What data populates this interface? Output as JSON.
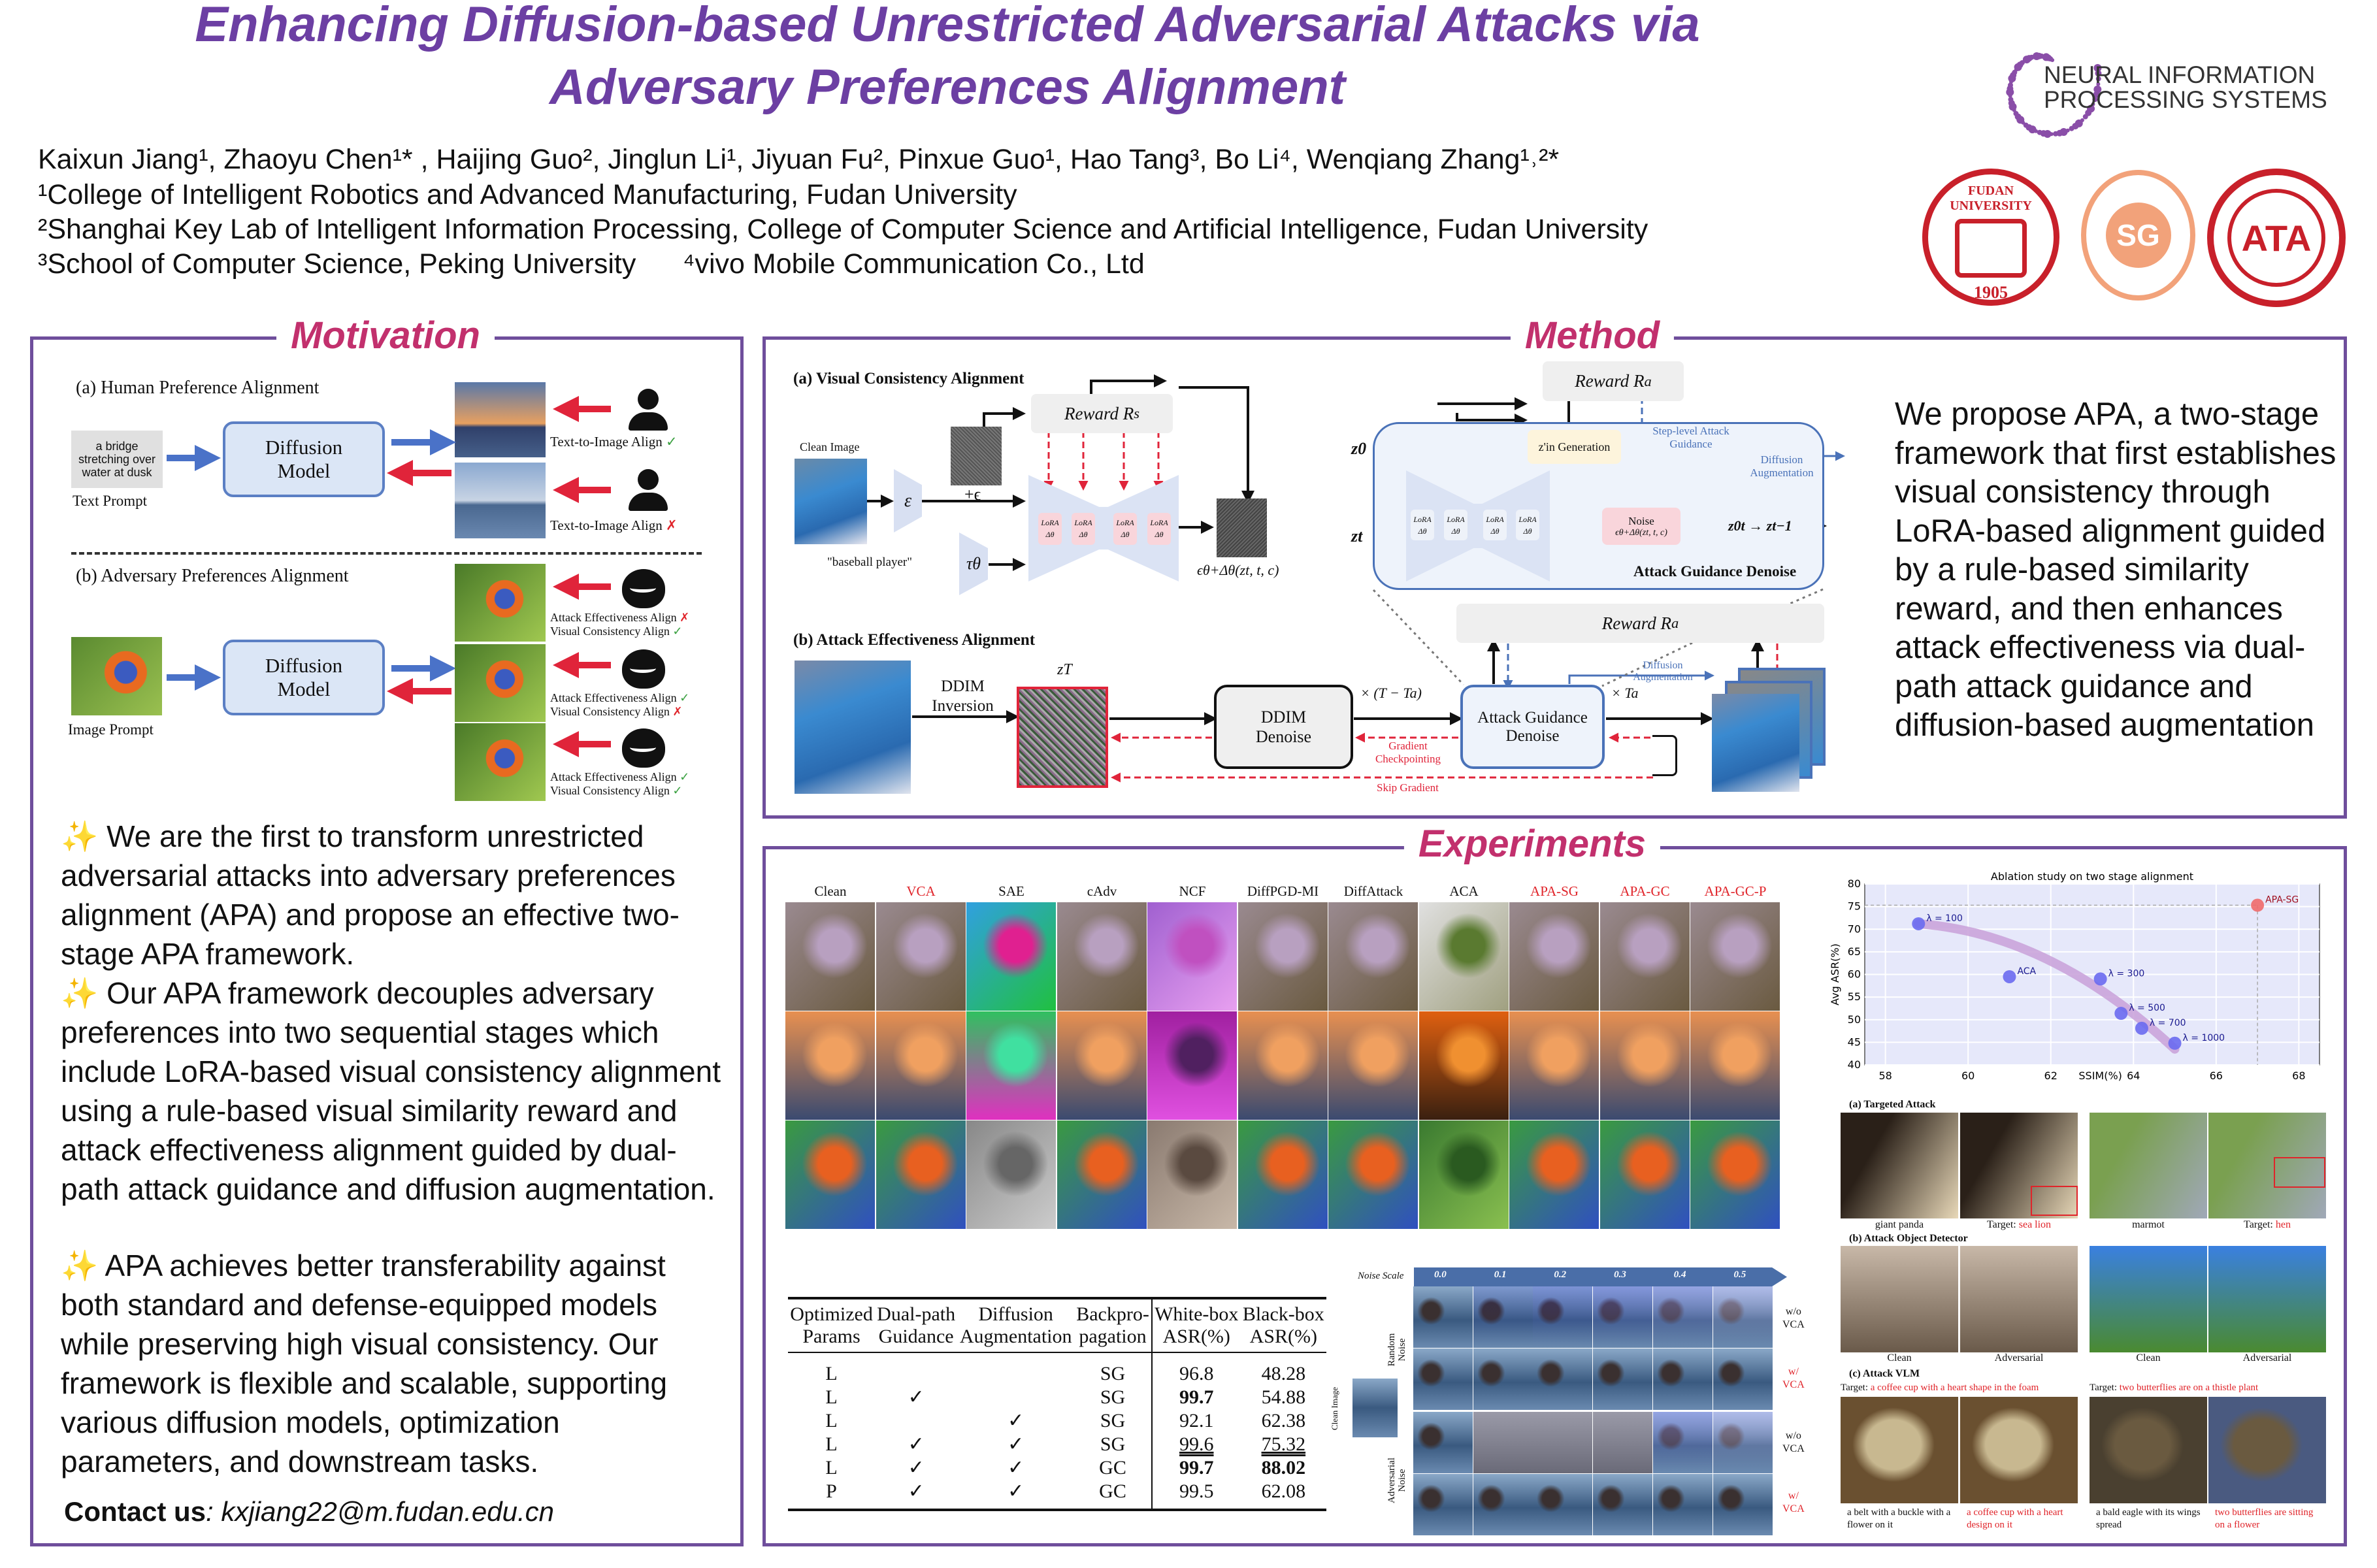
{
  "header": {
    "title_line1": "Enhancing Diffusion-based Unrestricted Adversarial Attacks via",
    "title_line2": "Adversary Preferences Alignment",
    "authors": "Kaixun Jiang¹, Zhaoyu Chen¹* , Haijing Guo², Jinglun Li¹, Jiyuan Fu², Pinxue Guo¹, Hao Tang³, Bo Li⁴, Wenqiang Zhang¹˒²*",
    "affiliations": [
      "¹College of Intelligent Robotics and Advanced Manufacturing, Fudan University",
      "²Shanghai Key Lab of Intelligent Information Processing, College of Computer Science and Artificial Intelligence, Fudan University",
      "³School of Computer Science, Peking University",
      "⁴vivo Mobile Communication Co., Ltd"
    ],
    "logos": {
      "neurips_line1": "NEURAL INFORMATION",
      "neurips_line2": "PROCESSING SYSTEMS",
      "fudan_text": "FUDAN UNIVERSITY",
      "fudan_year": "1905",
      "sg_text": "SG",
      "ata_text": "ATA"
    }
  },
  "colors": {
    "title": "#6c3fa3",
    "section": "#c2306d",
    "border": "#6f4e9c",
    "blue": "#4a72b8",
    "red": "#e0242a"
  },
  "motivation": {
    "title": "Motivation",
    "a_label": "(a) Human Preference Alignment",
    "text_prompt": "a bridge stretching over water at dusk",
    "text_prompt_label": "Text Prompt",
    "diffusion_model": "Diffusion Model",
    "t2i_align": "Text-to-Image Align",
    "check": "✓",
    "cross": "✗",
    "b_label": "(b) Adversary Preferences Alignment",
    "image_prompt_label": "Image Prompt",
    "attack_align": "Attack Effectiveness Align",
    "visual_align": "Visual Consistency Align",
    "bullets": [
      "We are the first to transform unrestricted adversarial attacks into adversary preferences alignment (APA) and propose an effective two-stage APA framework.",
      "Our APA framework decouples adversary preferences into two sequential stages which include LoRA-based visual consistency alignment using a rule-based visual similarity reward and attack effectiveness alignment guided by dual-path attack guidance and diffusion augmentation.",
      "APA achieves better transferability against both standard and defense-equipped models while preserving high visual consistency. Our framework is flexible and scalable, supporting various diffusion models, optimization parameters, and downstream tasks."
    ],
    "contact_label": "Contact us",
    "contact_email": ": kxjiang22@m.fudan.edu.cn"
  },
  "method": {
    "title": "Method",
    "a_label": "(a) Visual Consistency Alignment",
    "reward_s": "Reward R",
    "reward_s_sub": "s",
    "reward_a": "Reward R",
    "reward_a_sub": "a",
    "clean_image": "Clean Image",
    "encoder": "ε",
    "plus_eps": "+ϵ",
    "prompt": "\"baseball player\"",
    "text_encoder": "τθ",
    "lora": "LoRA Δθ",
    "eps_out": "ϵθ+Δθ(zt, t, c)",
    "z0": "z0",
    "zt": "zt",
    "zin_generation": "z'in Generation",
    "step_guidance": "Step-level Attack Guidance",
    "diffusion_aug": "Diffusion Augmentation",
    "noise": "Noise",
    "noise_eq": "ϵθ+Δθ(zt, t, c)",
    "z0t_arrow": "z0t → zt−1",
    "agd_title": "Attack Guidance Denoise",
    "b_label": "(b) Attack Effectiveness Alignment",
    "ddim_inversion": "DDIM Inversion",
    "zT": "zT",
    "ddim_denoise": "DDIM Denoise",
    "times_T_Ta": "× (T − Ta)",
    "agd_box": "Attack Guidance Denoise",
    "times_Ta": "× Ta",
    "grad_ckpt": "Gradient Checkpointing",
    "skip_grad": "Skip Gradient",
    "description": "We propose APA, a two-stage framework that first establishes visual consistency through LoRA-based alignment guided by a rule-based similarity reward, and then enhances attack effectiveness via dual-path attack guidance and diffusion-based augmentation"
  },
  "experiments": {
    "title": "Experiments",
    "methods": [
      {
        "name": "Clean",
        "highlight": false
      },
      {
        "name": "VCA",
        "highlight": true
      },
      {
        "name": "SAE",
        "highlight": false
      },
      {
        "name": "cAdv",
        "highlight": false
      },
      {
        "name": "NCF",
        "highlight": false
      },
      {
        "name": "DiffPGD-MI",
        "highlight": false
      },
      {
        "name": "DiffAttack",
        "highlight": false
      },
      {
        "name": "ACA",
        "highlight": false
      },
      {
        "name": "APA-SG",
        "highlight": true
      },
      {
        "name": "APA-GC",
        "highlight": true
      },
      {
        "name": "APA-GC-P",
        "highlight": true
      }
    ],
    "table": {
      "headers": [
        [
          "Optimized",
          "Params"
        ],
        [
          "Dual-path",
          "Guidance"
        ],
        [
          "Diffusion",
          "Augmentation"
        ],
        [
          "Backpro-",
          "pagation"
        ],
        [
          "White-box",
          "ASR(%)"
        ],
        [
          "Black-box",
          "ASR(%)"
        ]
      ],
      "rows": [
        {
          "params": "L",
          "dual": "",
          "aug": "",
          "bp": "SG",
          "white": "96.8",
          "black": "48.28",
          "wstyle": "",
          "bstyle": ""
        },
        {
          "params": "L",
          "dual": "✓",
          "aug": "",
          "bp": "SG",
          "white": "99.7",
          "black": "54.88",
          "wstyle": "bold",
          "bstyle": ""
        },
        {
          "params": "L",
          "dual": "",
          "aug": "✓",
          "bp": "SG",
          "white": "92.1",
          "black": "62.38",
          "wstyle": "",
          "bstyle": ""
        },
        {
          "params": "L",
          "dual": "✓",
          "aug": "✓",
          "bp": "SG",
          "white": "99.6",
          "black": "75.32",
          "wstyle": "underline",
          "bstyle": "underline"
        },
        {
          "params": "L",
          "dual": "✓",
          "aug": "✓",
          "bp": "GC",
          "white": "99.7",
          "black": "88.02",
          "wstyle": "bold",
          "bstyle": "bold"
        },
        {
          "params": "P",
          "dual": "✓",
          "aug": "✓",
          "bp": "GC",
          "white": "99.5",
          "black": "62.08",
          "wstyle": "",
          "bstyle": ""
        }
      ]
    },
    "noise": {
      "label": "Noise Scale",
      "scales": [
        "0.0",
        "0.1",
        "0.2",
        "0.3",
        "0.4",
        "0.5"
      ],
      "random_label": "Random Noise",
      "adversarial_label": "Adversarial Noise",
      "clean_label": "Clean Image",
      "wo_vca": [
        "w/o",
        "VCA"
      ],
      "w_vca": [
        "w/",
        "VCA"
      ]
    },
    "downstream": {
      "a_label": "(a) Targeted  Attack",
      "a_caps": [
        {
          "pre": "giant panda",
          "red": ""
        },
        {
          "pre": "Target: ",
          "red": "sea lion"
        },
        {
          "pre": "marmot",
          "red": ""
        },
        {
          "pre": "Target: ",
          "red": "hen"
        }
      ],
      "b_label": "(b) Attack Object Detector",
      "b_caps": [
        "Clean",
        "Adversarial",
        "Clean",
        "Adversarial"
      ],
      "c_label": "(c) Attack VLM",
      "c_targets": [
        {
          "pre": "Target: ",
          "red": "a coffee cup with a heart shape in the foam"
        },
        {
          "pre": "Target: ",
          "red": "two butterflies are on a thistle plant"
        }
      ],
      "c_caps": [
        {
          "text": "a belt with a buckle with a flower on it",
          "red": false
        },
        {
          "text": "a coffee cup with a heart design on it",
          "red": true
        },
        {
          "text": "a bald eagle with its wings spread",
          "red": false
        },
        {
          "text": "two butterflies are sitting on a flower",
          "red": true
        }
      ]
    }
  },
  "chart_data": {
    "type": "scatter",
    "title": "Ablation study on two stage alignment",
    "xlabel": "SSIM(%)",
    "ylabel": "Avg ASR(%)",
    "xlim": [
      57.5,
      68.5
    ],
    "ylim": [
      40,
      80
    ],
    "xticks": [
      58,
      60,
      62,
      64,
      66,
      68
    ],
    "yticks": [
      40,
      45,
      50,
      55,
      60,
      65,
      70,
      75,
      80
    ],
    "grid": true,
    "points": [
      {
        "label": "λ = 100",
        "x": 58.8,
        "y": 71.2,
        "group": "lambda"
      },
      {
        "label": "ACA",
        "x": 61.0,
        "y": 59.5,
        "group": "baseline"
      },
      {
        "label": "λ = 300",
        "x": 63.2,
        "y": 59.0,
        "group": "lambda"
      },
      {
        "label": "λ = 500",
        "x": 63.7,
        "y": 51.4,
        "group": "lambda"
      },
      {
        "label": "λ = 700",
        "x": 64.2,
        "y": 48.1,
        "group": "lambda"
      },
      {
        "label": "λ = 1000",
        "x": 65.0,
        "y": 44.8,
        "group": "lambda"
      },
      {
        "label": "APA-SG",
        "x": 67.0,
        "y": 75.3,
        "group": "ours"
      }
    ]
  }
}
